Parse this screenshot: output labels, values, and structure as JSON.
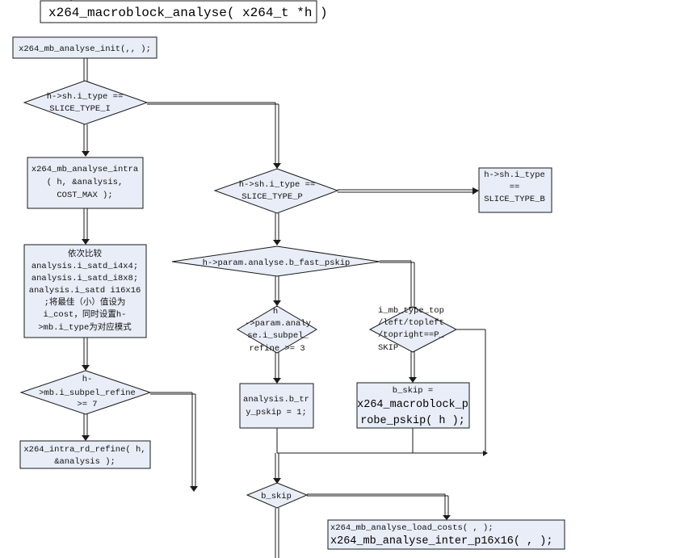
{
  "title": "x264_macroblock_analyse( x264_t *h )",
  "nodes": {
    "init": [
      "x264_mb_analyse_init(,, );"
    ],
    "d_slice_i": [
      "h->sh.i_type ==",
      "SLICE_TYPE_I"
    ],
    "intra": [
      "x264_mb_analyse_intra",
      "( h, &analysis,",
      "COST_MAX );"
    ],
    "compare": [
      "依次比较",
      "analysis.i_satd_i4x4;",
      "analysis.i_satd_i8x8;",
      "analysis.i_satd i16x16",
      ";将最佳（小）值设为",
      "i_cost，同时设置h-",
      ">mb.i_type为对应模式"
    ],
    "d_subpel_refine": [
      "h-",
      ">mb.i_subpel_refine",
      ">= 7"
    ],
    "rd_refine": [
      "x264_intra_rd_refine( h,",
      "&analysis );"
    ],
    "d_slice_p": [
      "h->sh.i_type ==",
      "SLICE_TYPE_P"
    ],
    "slice_b": [
      "h->sh.i_type",
      "==",
      "SLICE_TYPE_B"
    ],
    "d_fast_pskip": [
      "h->param.analyse.b_fast_pskip"
    ],
    "d_param_subpel": [
      "h",
      "->param.analy",
      "se.i_subpel_",
      "refine >= 3"
    ],
    "d_mb_type": [
      "i_mb_type_top",
      "/left/topleft",
      "/topright==P_",
      "SKIP"
    ],
    "try_pskip": [
      "analysis.b_tr",
      "y_pskip = 1;"
    ],
    "b_skip_assign": [
      "b_skip =",
      "x264_macroblock_p",
      "robe_pskip( h );"
    ],
    "d_b_skip": [
      "b_skip"
    ],
    "load_costs": [
      "x264_mb_analyse_load_costs(  ,  );",
      "x264_mb_analyse_inter_p16x16( ,  );"
    ]
  }
}
